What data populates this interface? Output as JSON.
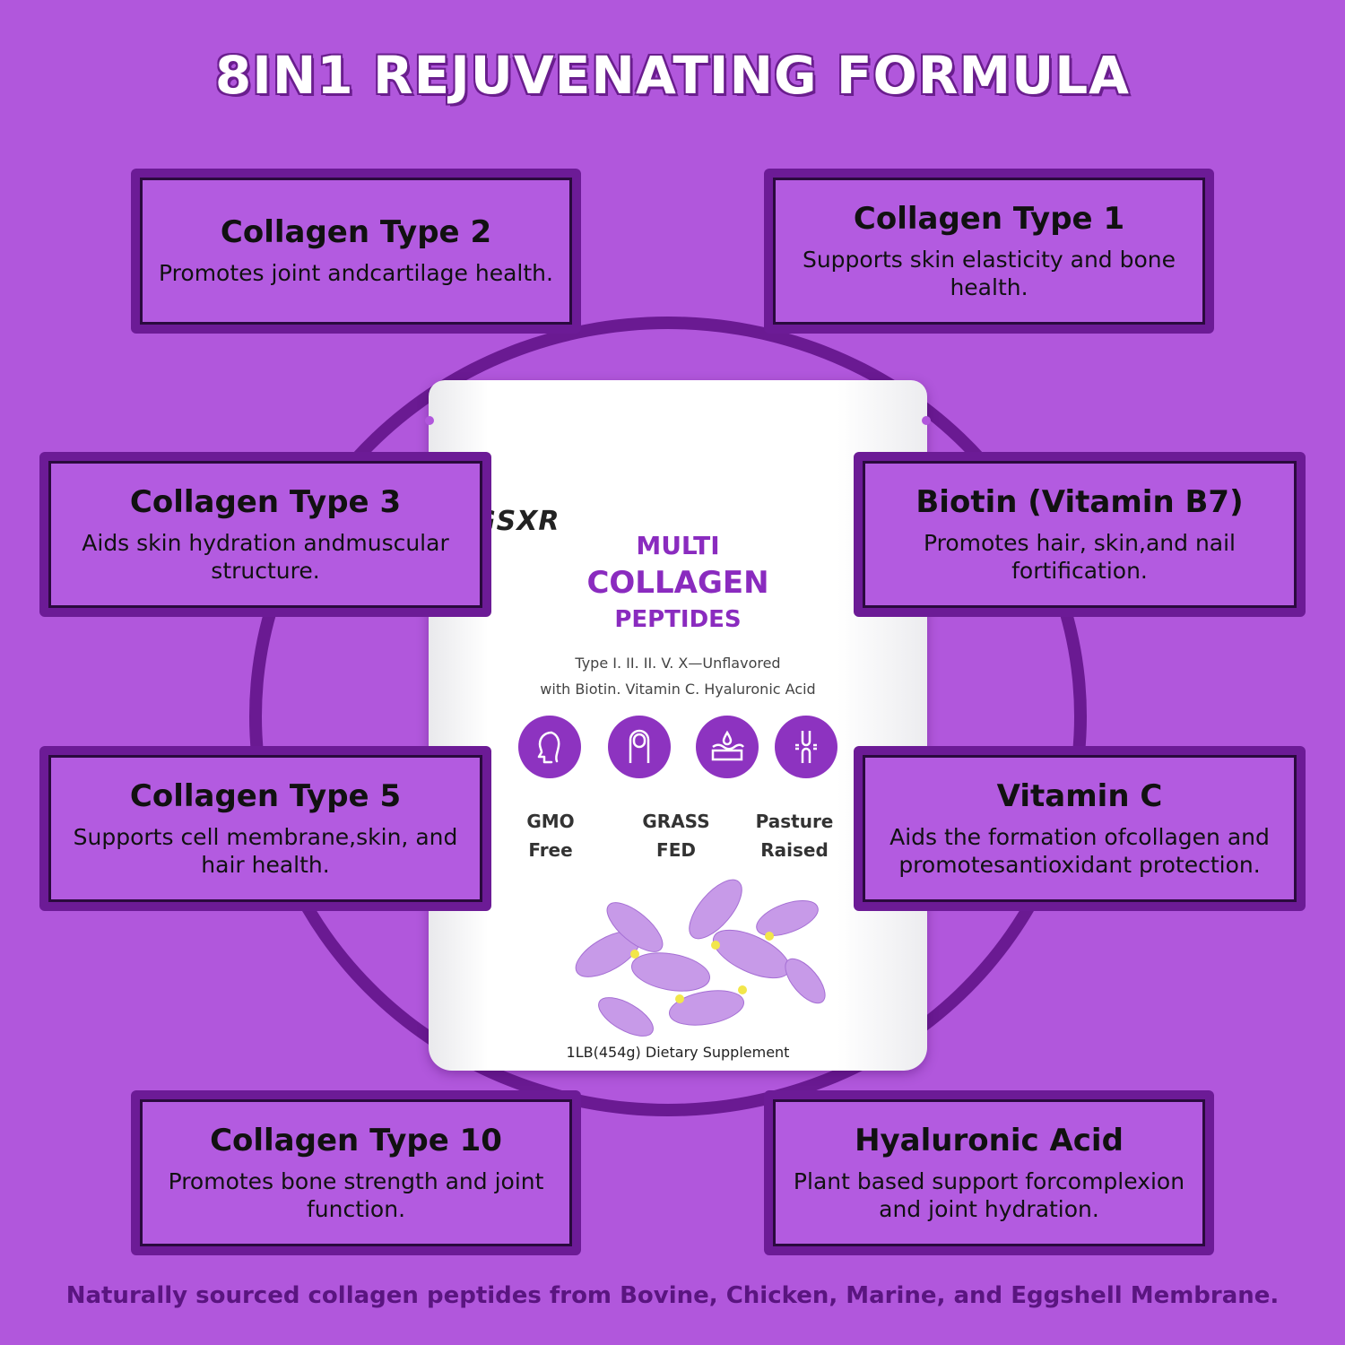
{
  "headline": "8IN1 REJUVENATING FORMULA",
  "cards": [
    {
      "id": "collagen-type-2",
      "title": "Collagen Type 2",
      "desc": "Promotes joint andcartilage health."
    },
    {
      "id": "collagen-type-1",
      "title": "Collagen Type 1",
      "desc": "Supports skin elasticity and bone health."
    },
    {
      "id": "collagen-type-3",
      "title": "Collagen Type 3",
      "desc": "Aids skin hydration andmuscular structure."
    },
    {
      "id": "biotin",
      "title": "Biotin (Vitamin B7)",
      "desc": "Promotes hair, skin,and nail fortification."
    },
    {
      "id": "collagen-type-5",
      "title": "Collagen Type 5",
      "desc": "Supports cell membrane,skin, and hair health."
    },
    {
      "id": "vitamin-c",
      "title": "Vitamin C",
      "desc": "Aids the formation ofcollagen and promotesantioxidant protection."
    },
    {
      "id": "collagen-type-10",
      "title": "Collagen Type 10",
      "desc": "Promotes bone strength and joint function."
    },
    {
      "id": "hyaluronic-acid",
      "title": "Hyaluronic Acid",
      "desc": "Plant based support forcomplexion and joint hydration."
    }
  ],
  "pouch": {
    "brand": "GSXR",
    "line1": "MULTI",
    "line2": "COLLAGEN",
    "line3": "PEPTIDES",
    "sub1": "Type I. II. II. V. X—Unflavored",
    "sub2": "with Biotin. Vitamin C. Hyaluronic Acid",
    "icons": [
      "face-icon",
      "nail-icon",
      "skin-layer-icon",
      "joint-icon"
    ],
    "badges": [
      {
        "l1": "GMO",
        "l2": "Free"
      },
      {
        "l1": "GRASS",
        "l2": "FED"
      },
      {
        "l1": "Pasture",
        "l2": "Raised"
      }
    ],
    "footer": "1LB(454g) Dietary Supplement"
  },
  "footer": "Naturally sourced collagen peptides from Bovine, Chicken, Marine, and Eggshell Membrane.",
  "colors": {
    "background": "#b157dc",
    "frame": "#6c1b96",
    "accent": "#8a2bbf"
  }
}
